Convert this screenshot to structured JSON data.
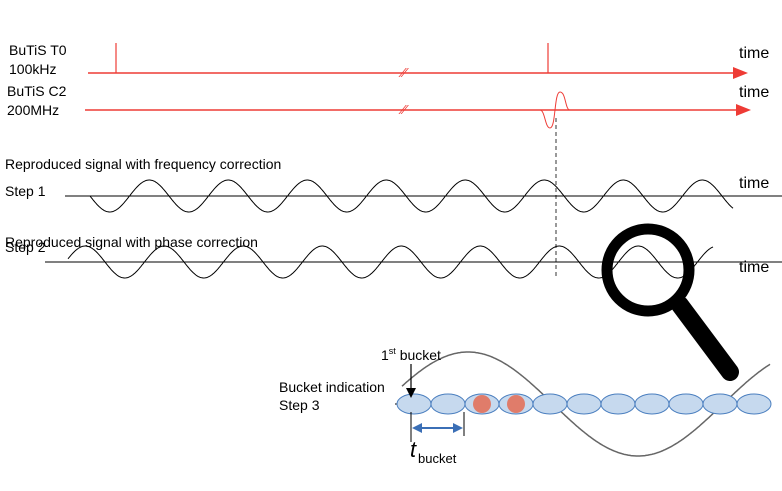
{
  "colors": {
    "timing_red": "#ee3b35",
    "signal_black": "#000000",
    "bucket_fill": "#c6d9ee",
    "bucket_stroke": "#4b7fbf",
    "bucket_marker": "#e07c6a",
    "envelope_gray": "#666666",
    "arrow_blue": "#3b6fb6",
    "magnifier": "#000000"
  },
  "icons": [
    "magnifier-icon"
  ],
  "t0": {
    "label_line1": "BuTiS T0",
    "label_line2": "100kHz",
    "break_mark": "∕∕",
    "axis_label": "time"
  },
  "c2": {
    "label_line1": "BuTiS C2",
    "label_line2": "200MHz",
    "break_mark": "∕∕",
    "axis_label": "time"
  },
  "step1": {
    "title": "Reproduced signal with frequency correction",
    "label": "Step 1",
    "axis_label": "time"
  },
  "step2": {
    "title": "Reproduced signal with phase correction",
    "label": "Step 2",
    "axis_label": "time"
  },
  "step3": {
    "title": "Bucket indication",
    "label": "Step 3",
    "first_bucket_prefix": "1",
    "first_bucket_sup": "st",
    "first_bucket_suffix": " bucket",
    "t_symbol": "t",
    "t_subscript": "bucket"
  }
}
